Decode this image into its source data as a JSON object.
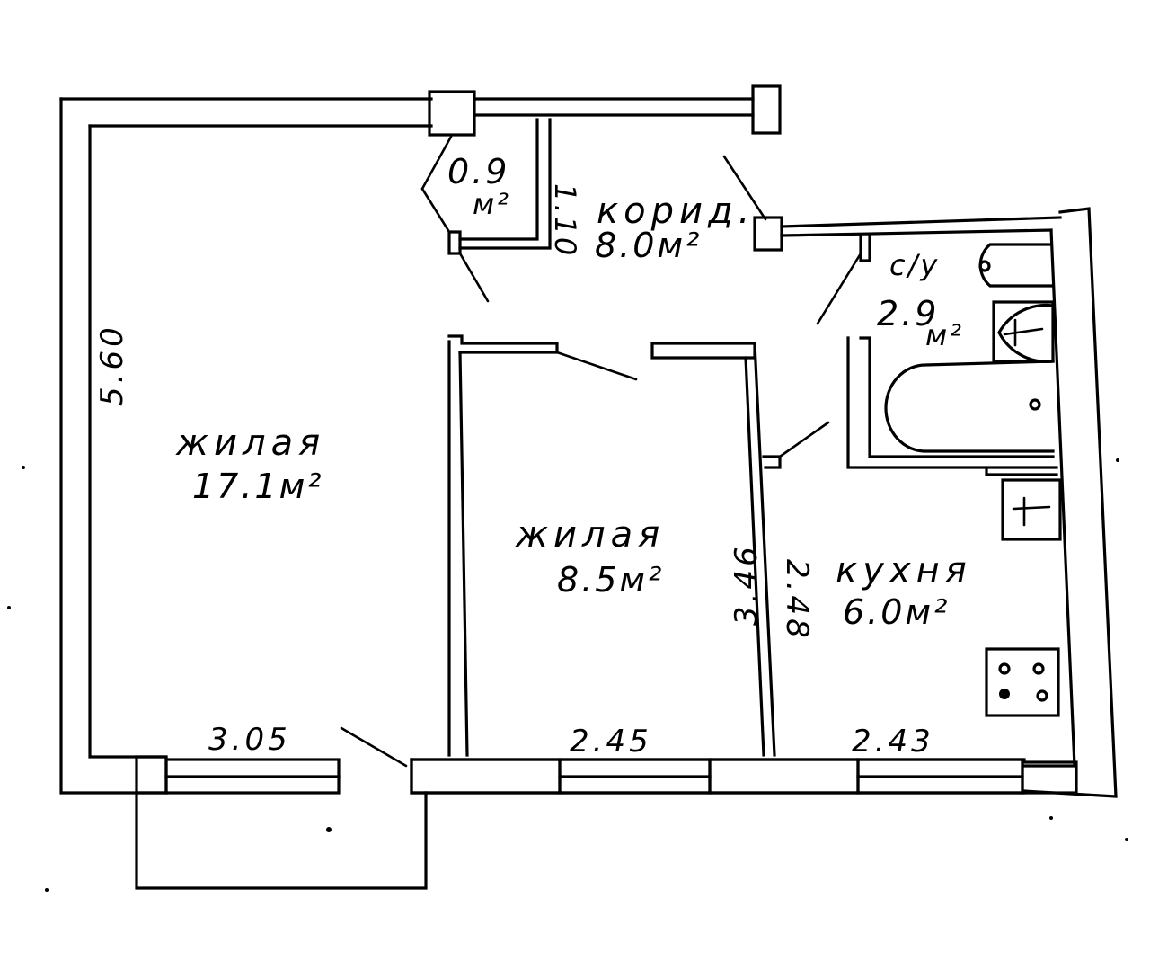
{
  "rooms": {
    "living_large": {
      "name": "жилая",
      "area": "17.1м²"
    },
    "living_small": {
      "name": "жилая",
      "area": "8.5м²"
    },
    "corridor": {
      "name": "корид.",
      "area": "8.0м²"
    },
    "bathroom": {
      "name": "с/у",
      "area": "2.9",
      "unit": "м²"
    },
    "kitchen": {
      "name": "кухня",
      "area": "6.0м²"
    },
    "closet": {
      "area": "0.9",
      "unit": "м²"
    }
  },
  "dimensions": {
    "left_height": "5.60",
    "bottom_room1": "3.05",
    "bottom_room2": "2.45",
    "bottom_kitchen": "2.43",
    "wall_room2": "3.46",
    "wall_kitchen": "2.48",
    "corridor_width": "1.10"
  }
}
